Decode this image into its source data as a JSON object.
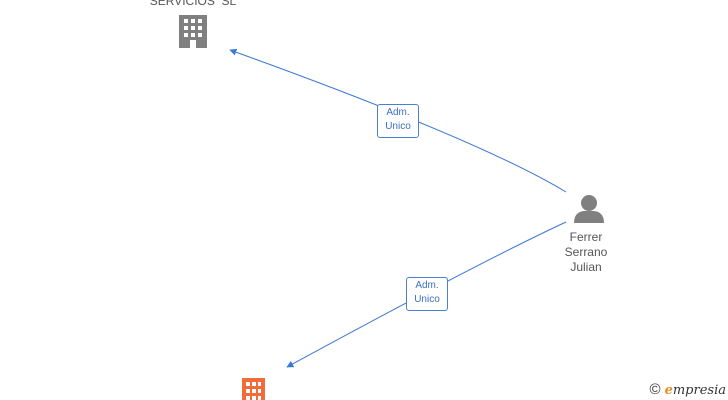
{
  "colors": {
    "edge": "#3a78d4",
    "building_top": "#808080",
    "building_bottom": "#f26b3a",
    "person": "#808080",
    "brand_accent": "#f08a24"
  },
  "nodes": {
    "company_top": {
      "label": "SERVICIOS  SL",
      "icon": "building-icon"
    },
    "person": {
      "label_lines": [
        "Ferrer",
        "Serrano",
        "Julian"
      ],
      "icon": "person-icon"
    },
    "company_bottom": {
      "icon": "building-icon"
    }
  },
  "edges": [
    {
      "label_lines": [
        "Adm.",
        "Unico"
      ]
    },
    {
      "label_lines": [
        "Adm.",
        "Unico"
      ]
    }
  ],
  "brand": {
    "copyright": "©",
    "initial": "e",
    "rest": "mpresia"
  }
}
